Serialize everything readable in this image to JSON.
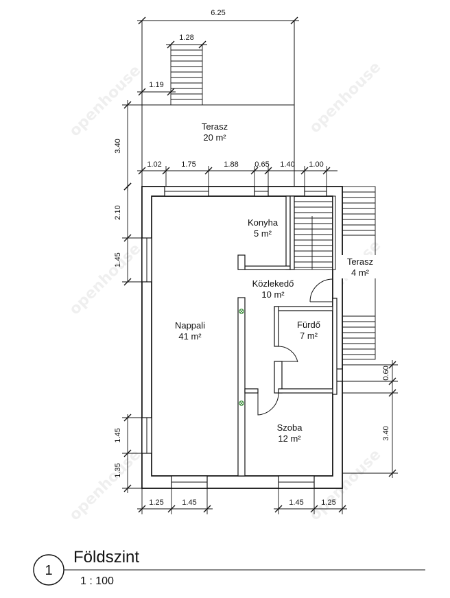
{
  "rooms": [
    {
      "name": "Terasz",
      "area": "20 m²"
    },
    {
      "name": "Konyha",
      "area": "5 m²"
    },
    {
      "name": "Terasz",
      "area": "4 m²"
    },
    {
      "name": "Közlekedő",
      "area": "10 m²"
    },
    {
      "name": "Fürdő",
      "area": "7 m²"
    },
    {
      "name": "Nappali",
      "area": "41 m²"
    },
    {
      "name": "Szoba",
      "area": "12 m²"
    }
  ],
  "dimensions": {
    "top_total": "6.25",
    "stair_width": "1.28",
    "stair_offset": "1.19",
    "terrace_depth": "3.40",
    "row": [
      "1.02",
      "1.75",
      "1.88",
      "0.65",
      "1.40",
      "1.00"
    ],
    "left": [
      "2.10",
      "1.45",
      "1.45",
      "1.35"
    ],
    "right_small": "0.60",
    "right_room": "3.40",
    "bottom": [
      "1.25",
      "1.45",
      "1.45",
      "1.25"
    ]
  },
  "watermark": "openhouse",
  "title": {
    "number": "1",
    "name": "Földszint",
    "scale": "1 : 100"
  }
}
